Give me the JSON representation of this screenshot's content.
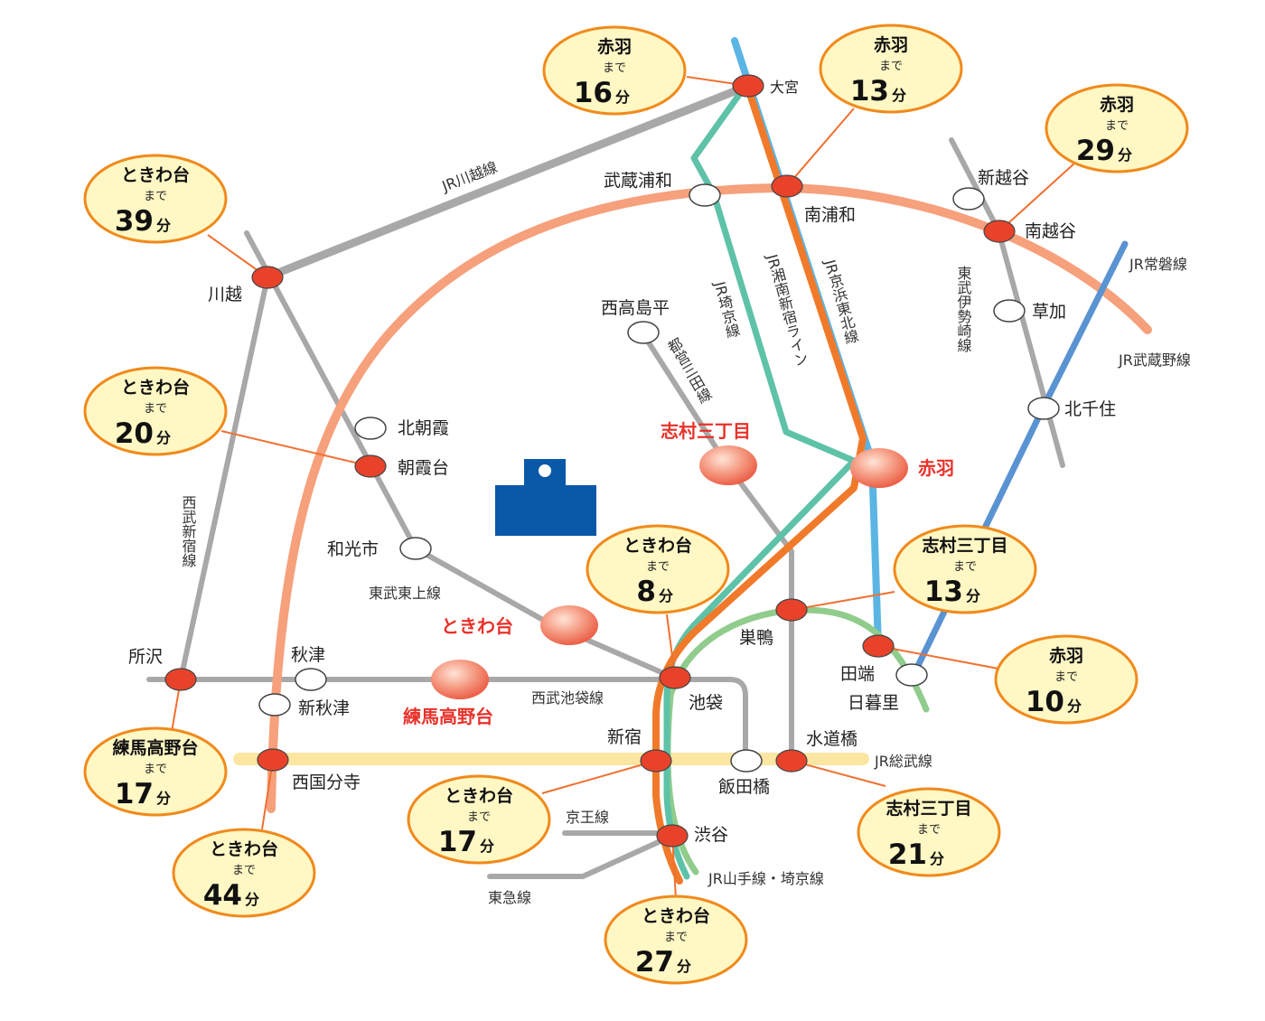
{
  "colors": {
    "musashino": "#f6a07c",
    "saikyo": "#5ec2a8",
    "shonan": "#f07a2a",
    "keihin": "#5bb5e4",
    "joban": "#5a93d2",
    "yamanote": "#90cc8c",
    "sobu": "#fce6a2",
    "gray": "#a8a8a8",
    "station_red": "#e8432a",
    "highlight": "#e8322a",
    "bubble_fill": "#fff7c4",
    "bubble_stroke": "#f08a1c",
    "logo": "#0a58a8"
  },
  "lines": {
    "kawagoe": "JR川越線",
    "saikyo": "JR埼京線",
    "shonan": "JR湘南新宿ライン",
    "keihin": "JR京浜東北線",
    "joban": "JR常磐線",
    "musashino": "JR武蔵野線",
    "isesaki": "東武伊勢崎線",
    "mita": "都営三田線",
    "seibu_shinjuku": "西武新宿線",
    "tojo": "東武東上線",
    "ikebukuro": "西武池袋線",
    "sobu": "JR総武線",
    "keio": "京王線",
    "tokyu": "東急線",
    "yamanote": "JR山手線・埼京線"
  },
  "stations": {
    "omiya": "大宮",
    "musashi_urawa": "武蔵浦和",
    "minami_urawa": "南浦和",
    "shin_koshigaya": "新越谷",
    "minami_koshigaya": "南越谷",
    "soka": "草加",
    "kitasenju": "北千住",
    "kawagoe": "川越",
    "nishitakashimadaira": "西高島平",
    "kita_asaka": "北朝霞",
    "asakadai": "朝霞台",
    "wakoshi": "和光市",
    "sugamo": "巣鴨",
    "tabata": "田端",
    "nippori": "日暮里",
    "tokorozawa": "所沢",
    "akitsu": "秋津",
    "shin_akitsu": "新秋津",
    "ikebukuro": "池袋",
    "shinjuku": "新宿",
    "iidabashi": "飯田橋",
    "suidobashi": "水道橋",
    "nishikokubunji": "西国分寺",
    "shibuya": "渋谷"
  },
  "highlights": {
    "akabane": "赤羽",
    "shimura": "志村三丁目",
    "tokiwadai": "ときわ台",
    "nerima": "練馬高野台"
  },
  "bubbles": [
    {
      "dest": "赤羽",
      "made": "まで",
      "num": "16",
      "unit": "分"
    },
    {
      "dest": "赤羽",
      "made": "まで",
      "num": "13",
      "unit": "分"
    },
    {
      "dest": "赤羽",
      "made": "まで",
      "num": "29",
      "unit": "分"
    },
    {
      "dest": "ときわ台",
      "made": "まで",
      "num": "39",
      "unit": "分"
    },
    {
      "dest": "ときわ台",
      "made": "まで",
      "num": "20",
      "unit": "分"
    },
    {
      "dest": "ときわ台",
      "made": "まで",
      "num": "8",
      "unit": "分"
    },
    {
      "dest": "志村三丁目",
      "made": "まで",
      "num": "13",
      "unit": "分"
    },
    {
      "dest": "赤羽",
      "made": "まで",
      "num": "10",
      "unit": "分"
    },
    {
      "dest": "練馬高野台",
      "made": "まで",
      "num": "17",
      "unit": "分"
    },
    {
      "dest": "ときわ台",
      "made": "まで",
      "num": "44",
      "unit": "分"
    },
    {
      "dest": "ときわ台",
      "made": "まで",
      "num": "17",
      "unit": "分"
    },
    {
      "dest": "志村三丁目",
      "made": "まで",
      "num": "21",
      "unit": "分"
    },
    {
      "dest": "ときわ台",
      "made": "まで",
      "num": "27",
      "unit": "分"
    }
  ]
}
